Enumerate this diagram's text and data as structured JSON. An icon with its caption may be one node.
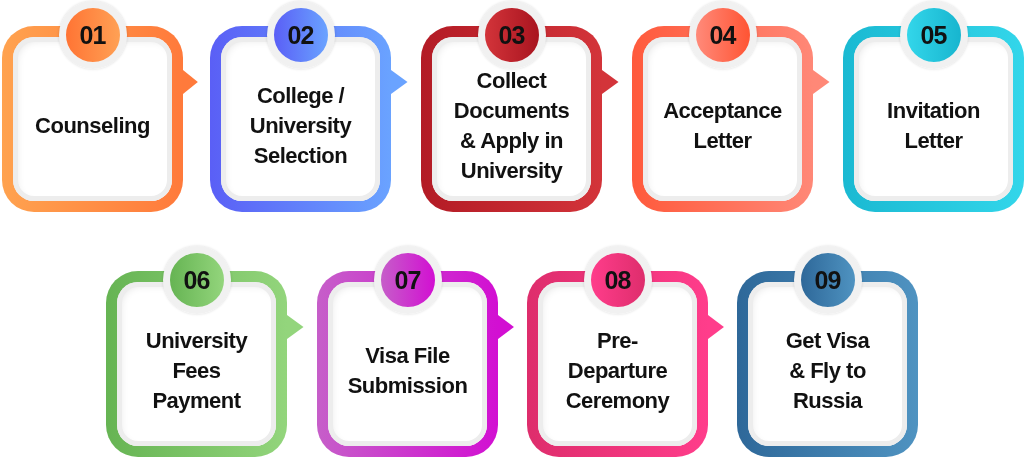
{
  "diagram": {
    "nodes": [
      {
        "text": [
          "01",
          "Counseling"
        ]
      },
      {
        "text": [
          "02",
          "College / University Selection"
        ]
      },
      {
        "text": [
          "03",
          "Collect Documents & Apply in University"
        ]
      },
      {
        "text": [
          "04",
          "Acceptance Letter"
        ]
      },
      {
        "text": [
          "05",
          "Invitation Letter"
        ]
      },
      {
        "text": [
          "06",
          "University Fees Payment"
        ]
      },
      {
        "text": [
          "07",
          "Visa File Submission"
        ]
      },
      {
        "text": [
          "08",
          "Pre-Departure Ceremony"
        ]
      },
      {
        "text": [
          "09",
          "Get Visa & Fly to Russia"
        ]
      }
    ],
    "edges": [
      {
        "from": 0,
        "to": 1,
        "arrow": "to"
      },
      {
        "from": 1,
        "to": 2,
        "arrow": "to"
      },
      {
        "from": 2,
        "to": 3,
        "arrow": "to"
      },
      {
        "from": 3,
        "to": 4,
        "arrow": "to"
      },
      {
        "from": 5,
        "to": 6,
        "arrow": "to"
      },
      {
        "from": 6,
        "to": 7,
        "arrow": "to"
      },
      {
        "from": 7,
        "to": 8,
        "arrow": "to"
      }
    ]
  }
}
